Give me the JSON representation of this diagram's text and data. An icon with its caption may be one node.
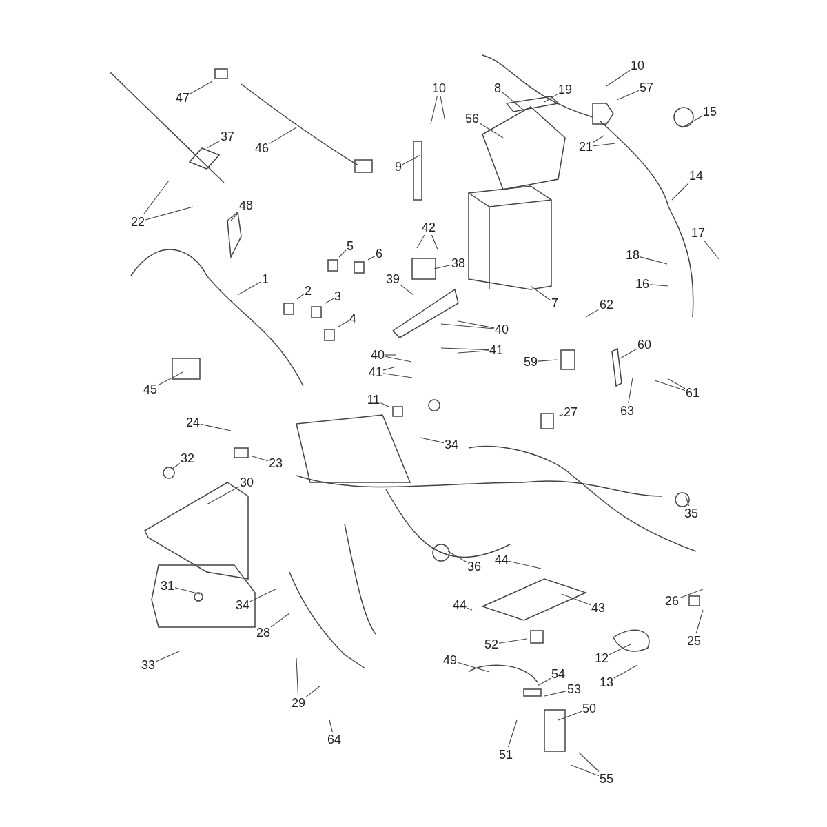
{
  "diagram": {
    "nodes": [
      {
        "text": [
          "10"
        ]
      },
      {
        "text": [
          "8"
        ]
      },
      {
        "text": [
          "10"
        ]
      },
      {
        "text": [
          "57"
        ]
      },
      {
        "text": [
          "19"
        ]
      },
      {
        "text": [
          "47"
        ]
      },
      {
        "text": [
          "15"
        ]
      },
      {
        "text": [
          "56"
        ]
      },
      {
        "text": [
          "37"
        ]
      },
      {
        "text": [
          "21"
        ]
      },
      {
        "text": [
          "46"
        ]
      },
      {
        "text": [
          "9"
        ]
      },
      {
        "text": [
          "14"
        ]
      },
      {
        "text": [
          "48"
        ]
      },
      {
        "text": [
          "22"
        ]
      },
      {
        "text": [
          "42"
        ]
      },
      {
        "text": [
          "17"
        ]
      },
      {
        "text": [
          "5"
        ]
      },
      {
        "text": [
          "6"
        ]
      },
      {
        "text": [
          "18"
        ]
      },
      {
        "text": [
          "38"
        ]
      },
      {
        "text": [
          "1"
        ]
      },
      {
        "text": [
          "39"
        ]
      },
      {
        "text": [
          "16"
        ]
      },
      {
        "text": [
          "2"
        ]
      },
      {
        "text": [
          "3"
        ]
      },
      {
        "text": [
          "7"
        ]
      },
      {
        "text": [
          "62"
        ]
      },
      {
        "text": [
          "4"
        ]
      },
      {
        "text": [
          "40"
        ]
      },
      {
        "text": [
          "60"
        ]
      },
      {
        "text": [
          "41"
        ]
      },
      {
        "text": [
          "40"
        ]
      },
      {
        "text": [
          "59"
        ]
      },
      {
        "text": [
          "41"
        ]
      },
      {
        "text": [
          "45"
        ]
      },
      {
        "text": [
          "61"
        ]
      },
      {
        "text": [
          "11"
        ]
      },
      {
        "text": [
          "63"
        ]
      },
      {
        "text": [
          "27"
        ]
      },
      {
        "text": [
          "24"
        ]
      },
      {
        "text": [
          "34"
        ]
      },
      {
        "text": [
          "32"
        ]
      },
      {
        "text": [
          "23"
        ]
      },
      {
        "text": [
          "30"
        ]
      },
      {
        "text": [
          "35"
        ]
      },
      {
        "text": [
          "44"
        ]
      },
      {
        "text": [
          "36"
        ]
      },
      {
        "text": [
          "31"
        ]
      },
      {
        "text": [
          "26"
        ]
      },
      {
        "text": [
          "34"
        ]
      },
      {
        "text": [
          "44"
        ]
      },
      {
        "text": [
          "43"
        ]
      },
      {
        "text": [
          "28"
        ]
      },
      {
        "text": [
          "25"
        ]
      },
      {
        "text": [
          "52"
        ]
      },
      {
        "text": [
          "12"
        ]
      },
      {
        "text": [
          "49"
        ]
      },
      {
        "text": [
          "33"
        ]
      },
      {
        "text": [
          "54"
        ]
      },
      {
        "text": [
          "13"
        ]
      },
      {
        "text": [
          "53"
        ]
      },
      {
        "text": [
          "29"
        ]
      },
      {
        "text": [
          "50"
        ]
      },
      {
        "text": [
          "64"
        ]
      },
      {
        "text": [
          "51"
        ]
      },
      {
        "text": [
          "55"
        ]
      }
    ],
    "edges": [
      {
        "from": 0,
        "to": null,
        "arrow": "none"
      },
      {
        "from": 1,
        "to": null,
        "arrow": "none"
      },
      {
        "from": 2,
        "to": null,
        "arrow": "none"
      },
      {
        "from": 2,
        "to": null,
        "arrow": "none"
      },
      {
        "from": 3,
        "to": null,
        "arrow": "none"
      },
      {
        "from": 4,
        "to": null,
        "arrow": "none"
      },
      {
        "from": 5,
        "to": null,
        "arrow": "none"
      },
      {
        "from": 6,
        "to": null,
        "arrow": "none"
      },
      {
        "from": 7,
        "to": null,
        "arrow": "none"
      },
      {
        "from": 8,
        "to": null,
        "arrow": "none"
      },
      {
        "from": 9,
        "to": null,
        "arrow": "none"
      },
      {
        "from": 9,
        "to": null,
        "arrow": "none"
      },
      {
        "from": 10,
        "to": null,
        "arrow": "none"
      },
      {
        "from": 11,
        "to": null,
        "arrow": "none"
      },
      {
        "from": 12,
        "to": null,
        "arrow": "none"
      },
      {
        "from": 13,
        "to": null,
        "arrow": "none"
      },
      {
        "from": 14,
        "to": null,
        "arrow": "none"
      },
      {
        "from": 14,
        "to": null,
        "arrow": "none"
      },
      {
        "from": 15,
        "to": null,
        "arrow": "none"
      },
      {
        "from": 15,
        "to": null,
        "arrow": "none"
      },
      {
        "from": 16,
        "to": null,
        "arrow": "none"
      },
      {
        "from": 17,
        "to": null,
        "arrow": "none"
      },
      {
        "from": 18,
        "to": null,
        "arrow": "none"
      },
      {
        "from": 19,
        "to": null,
        "arrow": "none"
      },
      {
        "from": 20,
        "to": null,
        "arrow": "none"
      },
      {
        "from": 21,
        "to": null,
        "arrow": "none"
      },
      {
        "from": 22,
        "to": null,
        "arrow": "none"
      },
      {
        "from": 23,
        "to": null,
        "arrow": "none"
      },
      {
        "from": 24,
        "to": null,
        "arrow": "none"
      },
      {
        "from": 25,
        "to": null,
        "arrow": "none"
      },
      {
        "from": 26,
        "to": null,
        "arrow": "none"
      },
      {
        "from": 27,
        "to": null,
        "arrow": "none"
      },
      {
        "from": 28,
        "to": null,
        "arrow": "none"
      },
      {
        "from": 29,
        "to": null,
        "arrow": "none"
      },
      {
        "from": 29,
        "to": null,
        "arrow": "none"
      },
      {
        "from": 30,
        "to": null,
        "arrow": "none"
      },
      {
        "from": 31,
        "to": null,
        "arrow": "none"
      },
      {
        "from": 31,
        "to": null,
        "arrow": "none"
      },
      {
        "from": 32,
        "to": null,
        "arrow": "none"
      },
      {
        "from": 32,
        "to": null,
        "arrow": "none"
      },
      {
        "from": 33,
        "to": null,
        "arrow": "none"
      },
      {
        "from": 34,
        "to": null,
        "arrow": "none"
      },
      {
        "from": 34,
        "to": null,
        "arrow": "none"
      },
      {
        "from": 35,
        "to": null,
        "arrow": "none"
      },
      {
        "from": 36,
        "to": null,
        "arrow": "none"
      },
      {
        "from": 36,
        "to": null,
        "arrow": "none"
      },
      {
        "from": 37,
        "to": null,
        "arrow": "none"
      },
      {
        "from": 38,
        "to": null,
        "arrow": "none"
      },
      {
        "from": 39,
        "to": null,
        "arrow": "none"
      },
      {
        "from": 40,
        "to": null,
        "arrow": "none"
      },
      {
        "from": 41,
        "to": null,
        "arrow": "none"
      },
      {
        "from": 42,
        "to": null,
        "arrow": "none"
      },
      {
        "from": 43,
        "to": null,
        "arrow": "none"
      },
      {
        "from": 44,
        "to": null,
        "arrow": "none"
      },
      {
        "from": 45,
        "to": null,
        "arrow": "none"
      },
      {
        "from": 46,
        "to": null,
        "arrow": "none"
      },
      {
        "from": 47,
        "to": null,
        "arrow": "none"
      },
      {
        "from": 48,
        "to": null,
        "arrow": "none"
      },
      {
        "from": 49,
        "to": null,
        "arrow": "none"
      },
      {
        "from": 50,
        "to": null,
        "arrow": "none"
      },
      {
        "from": 51,
        "to": null,
        "arrow": "none"
      },
      {
        "from": 52,
        "to": null,
        "arrow": "none"
      },
      {
        "from": 53,
        "to": null,
        "arrow": "none"
      },
      {
        "from": 54,
        "to": null,
        "arrow": "none"
      },
      {
        "from": 55,
        "to": null,
        "arrow": "none"
      },
      {
        "from": 56,
        "to": null,
        "arrow": "none"
      },
      {
        "from": 57,
        "to": null,
        "arrow": "none"
      },
      {
        "from": 58,
        "to": null,
        "arrow": "none"
      },
      {
        "from": 59,
        "to": null,
        "arrow": "none"
      },
      {
        "from": 60,
        "to": null,
        "arrow": "none"
      },
      {
        "from": 61,
        "to": null,
        "arrow": "none"
      },
      {
        "from": 62,
        "to": null,
        "arrow": "none"
      },
      {
        "from": 62,
        "to": null,
        "arrow": "none"
      },
      {
        "from": 63,
        "to": null,
        "arrow": "none"
      },
      {
        "from": 64,
        "to": null,
        "arrow": "none"
      },
      {
        "from": 65,
        "to": null,
        "arrow": "none"
      },
      {
        "from": 66,
        "to": null,
        "arrow": "none"
      },
      {
        "from": 66,
        "to": null,
        "arrow": "none"
      }
    ]
  }
}
